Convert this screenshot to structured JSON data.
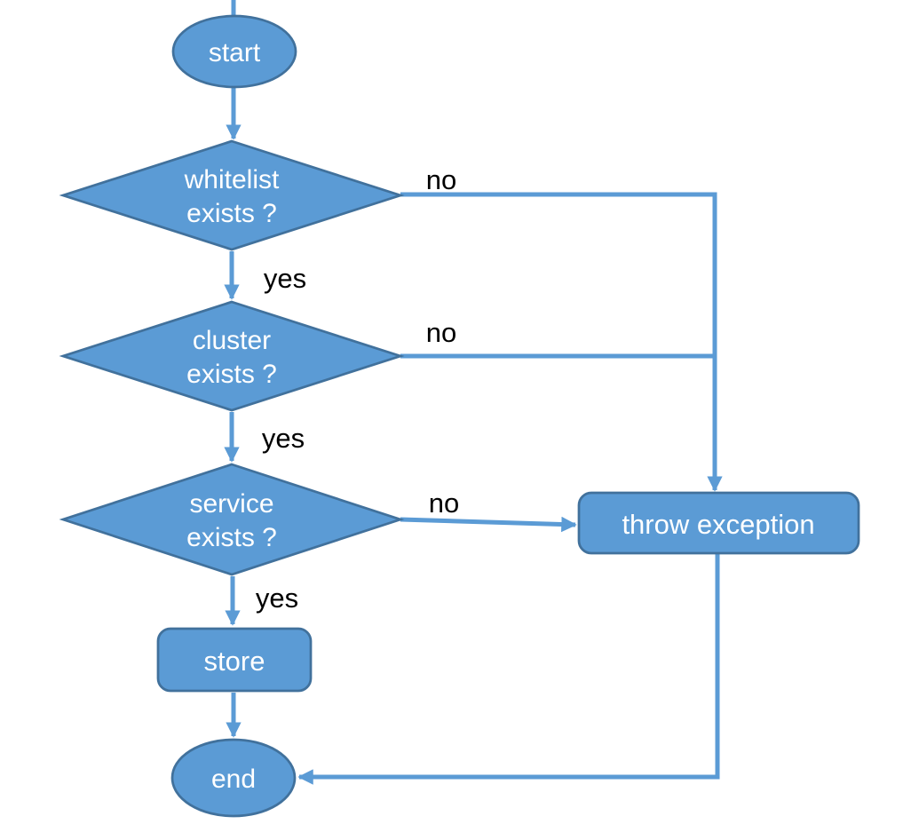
{
  "diagram": {
    "type": "flowchart",
    "background_color": "#ffffff",
    "colors": {
      "node_fill": "#5b9bd5",
      "node_border": "#41719c",
      "connector": "#5b9bd5",
      "node_text": "#ffffff",
      "edge_label_text": "#000000"
    },
    "nodes": {
      "start": {
        "label": "start",
        "type": "terminator"
      },
      "whitelist": {
        "line1": "whitelist",
        "line2": "exists ?",
        "type": "decision"
      },
      "cluster": {
        "line1": "cluster",
        "line2": "exists ?",
        "type": "decision"
      },
      "service": {
        "line1": "service",
        "line2": "exists ?",
        "type": "decision"
      },
      "throw_exception": {
        "label": "throw exception",
        "type": "process"
      },
      "store": {
        "label": "store",
        "type": "process"
      },
      "end": {
        "label": "end",
        "type": "terminator"
      }
    },
    "edges": {
      "start_to_whitelist": {
        "from": "start",
        "to": "whitelist",
        "label": ""
      },
      "whitelist_no": {
        "from": "whitelist",
        "to": "throw_exception",
        "label": "no"
      },
      "whitelist_yes": {
        "from": "whitelist",
        "to": "cluster",
        "label": "yes"
      },
      "cluster_no": {
        "from": "cluster",
        "to": "throw_exception",
        "label": "no"
      },
      "cluster_yes": {
        "from": "cluster",
        "to": "service",
        "label": "yes"
      },
      "service_no": {
        "from": "service",
        "to": "throw_exception",
        "label": "no"
      },
      "service_yes": {
        "from": "service",
        "to": "store",
        "label": "yes"
      },
      "store_to_end": {
        "from": "store",
        "to": "end",
        "label": ""
      },
      "throw_to_end": {
        "from": "throw_exception",
        "to": "end",
        "label": ""
      }
    }
  }
}
